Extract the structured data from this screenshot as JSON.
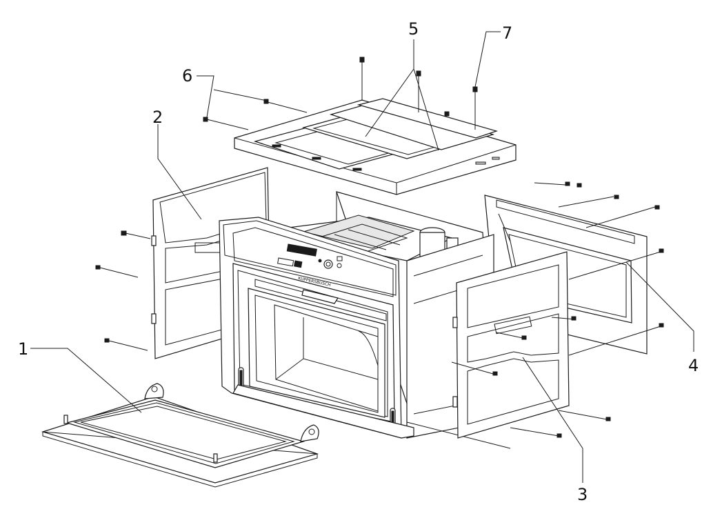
{
  "callouts": [
    {
      "id": "1",
      "label": "1"
    },
    {
      "id": "2",
      "label": "2"
    },
    {
      "id": "3",
      "label": "3"
    },
    {
      "id": "4",
      "label": "4"
    },
    {
      "id": "5",
      "label": "5"
    },
    {
      "id": "6",
      "label": "6"
    },
    {
      "id": "7",
      "label": "7"
    }
  ],
  "brand_text": "KUPPERSBUSCH"
}
